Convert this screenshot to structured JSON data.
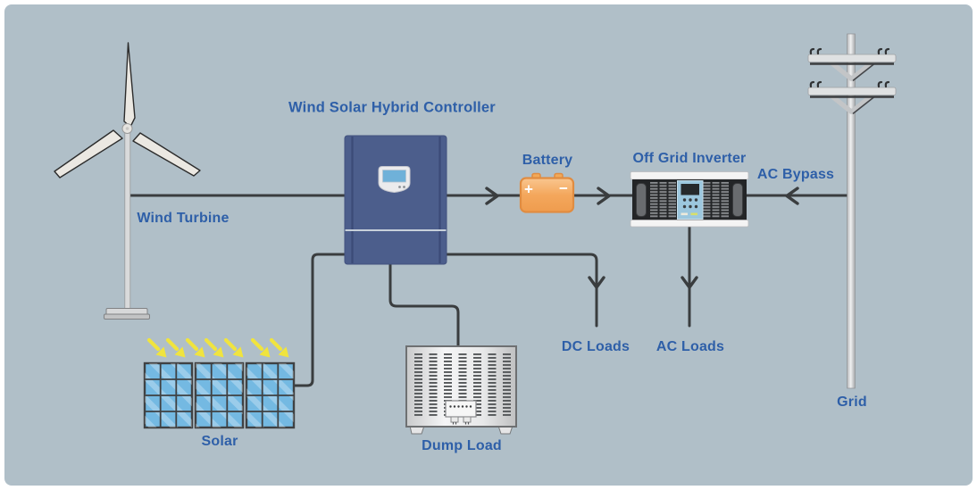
{
  "diagram": {
    "type": "wind-solar-hybrid-power-system",
    "labels": {
      "controller": "Wind Solar Hybrid Controller",
      "wind_turbine": "Wind Turbine",
      "battery": "Battery",
      "off_grid_inverter": "Off Grid Inverter",
      "ac_bypass": "AC Bypass",
      "dc_loads": "DC Loads",
      "ac_loads": "AC Loads",
      "solar": "Solar",
      "dump_load": "Dump Load",
      "grid": "Grid"
    },
    "battery_terminals": {
      "positive": "+",
      "negative": "−"
    },
    "flows": [
      {
        "from": "Wind Turbine",
        "to": "Wind Solar Hybrid Controller"
      },
      {
        "from": "Solar",
        "to": "Wind Solar Hybrid Controller"
      },
      {
        "from": "Wind Solar Hybrid Controller",
        "to": "Battery"
      },
      {
        "from": "Battery",
        "to": "Off Grid Inverter"
      },
      {
        "from": "Grid",
        "to": "Off Grid Inverter",
        "via": "AC Bypass"
      },
      {
        "from": "Wind Solar Hybrid Controller",
        "to": "DC Loads"
      },
      {
        "from": "Off Grid Inverter",
        "to": "AC Loads"
      },
      {
        "from": "Wind Solar Hybrid Controller",
        "to": "Dump Load"
      }
    ],
    "colors": {
      "background": "#b0bfc8",
      "frame": "#ffffff",
      "label_text": "#2e5fa8",
      "wire": "#3a3d3f",
      "battery_fill": "#f4a75c",
      "battery_border": "#e08c41",
      "controller_fill": "#4c5e8c",
      "solar_cell": "#74b9e2",
      "sun_arrow": "#f0e43e",
      "inverter_body": "#232527",
      "inverter_panel": "#9cc7de",
      "metal_gray": "#d9dadb"
    }
  }
}
